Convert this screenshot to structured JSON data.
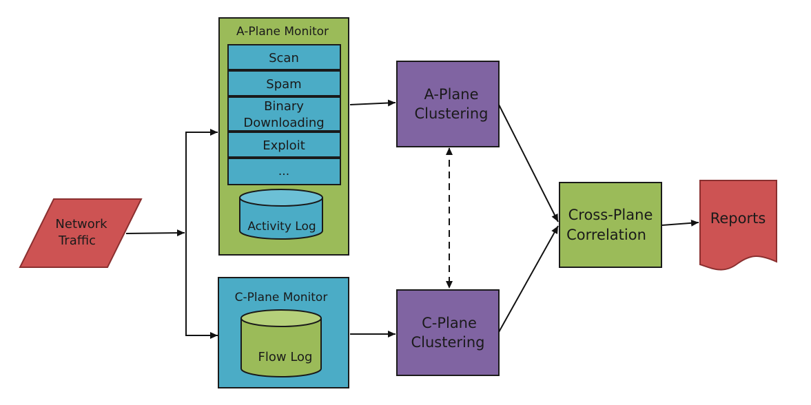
{
  "colors": {
    "network_traffic": "#cd5353",
    "a_plane_monitor": "#9bbb59",
    "activity_item": "#4bacc6",
    "c_plane_monitor": "#4bacc6",
    "clustering": "#8064a2",
    "correlation": "#9bbb59",
    "reports": "#cd5353"
  },
  "network_traffic": {
    "line1": "Network",
    "line2": "Traffic"
  },
  "a_plane_monitor": {
    "title": "A-Plane Monitor",
    "activities": [
      {
        "lines": [
          "Scan"
        ]
      },
      {
        "lines": [
          "Spam"
        ]
      },
      {
        "lines": [
          "Binary",
          "Downloading"
        ]
      },
      {
        "lines": [
          "Exploit"
        ]
      },
      {
        "lines": [
          "..."
        ]
      }
    ],
    "log_label": "Activity Log"
  },
  "c_plane_monitor": {
    "title": "C-Plane Monitor",
    "log_label": "Flow Log"
  },
  "a_plane_clustering": {
    "line1": "A-Plane",
    "line2": "Clustering"
  },
  "c_plane_clustering": {
    "line1": "C-Plane",
    "line2": "Clustering"
  },
  "cross_plane_correlation": {
    "line1": "Cross-Plane",
    "line2": "Correlation"
  },
  "reports": {
    "label": "Reports"
  }
}
